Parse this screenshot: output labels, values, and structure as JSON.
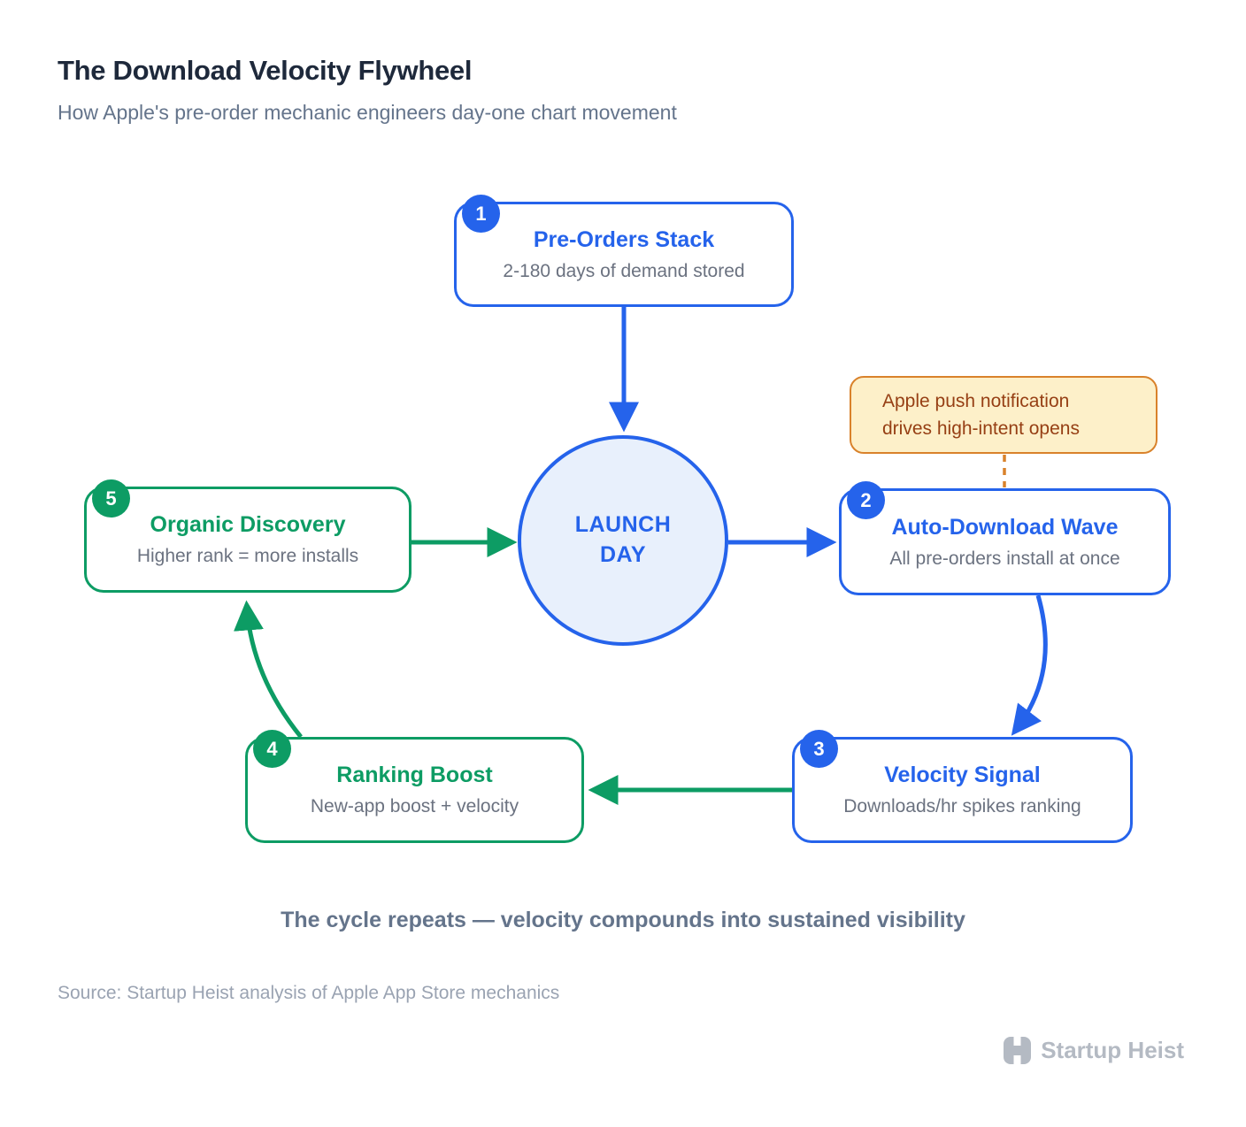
{
  "header": {
    "title": "The Download Velocity Flywheel",
    "subtitle": "How Apple's pre-order mechanic engineers day-one chart movement"
  },
  "diagram": {
    "center_circle": {
      "line1": "LAUNCH",
      "line2": "DAY"
    },
    "annotation": {
      "line1": "Apple push notification",
      "line2": "drives high-intent opens"
    },
    "nodes": [
      {
        "number": "1",
        "title": "Pre-Orders Stack",
        "subtitle": "2-180 days of demand stored",
        "color": "blue"
      },
      {
        "number": "2",
        "title": "Auto-Download Wave",
        "subtitle": "All pre-orders install at once",
        "color": "blue"
      },
      {
        "number": "3",
        "title": "Velocity Signal",
        "subtitle": "Downloads/hr spikes ranking",
        "color": "blue"
      },
      {
        "number": "4",
        "title": "Ranking Boost",
        "subtitle": "New-app boost + velocity",
        "color": "green"
      },
      {
        "number": "5",
        "title": "Organic Discovery",
        "subtitle": "Higher rank = more installs",
        "color": "green"
      }
    ],
    "caption": "The cycle repeats — velocity compounds into sustained visibility"
  },
  "footer": {
    "source": "Source: Startup Heist analysis of Apple App Store mechanics",
    "brand_name": "Startup Heist"
  },
  "colors": {
    "blue": "#2563eb",
    "green": "#0d9c64",
    "orange": "#d9822b",
    "annotation_bg": "#fdf0c9",
    "annotation_text": "#963f14",
    "circle_fill": "#e8f0fc"
  },
  "icons": {
    "brand_logo": "h-block-icon"
  }
}
